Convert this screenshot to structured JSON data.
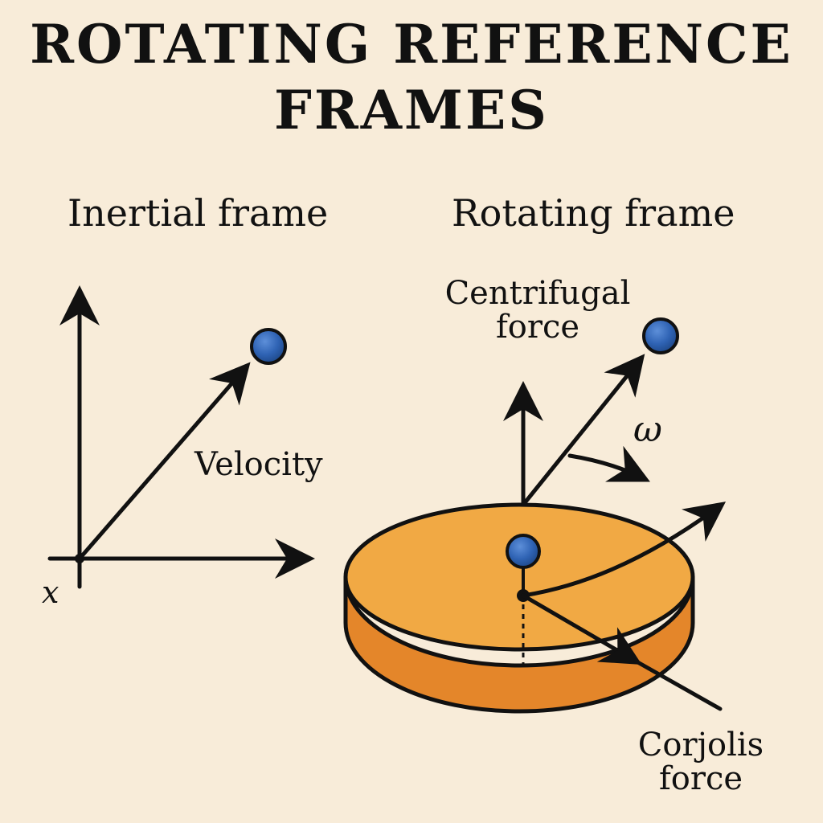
{
  "title": {
    "line1": "ROTATING REFERENCE",
    "line2": "FRAMES"
  },
  "inertial": {
    "heading": "Inertial frame",
    "velocity_label": "Velocity",
    "axis_label": "x"
  },
  "rotating": {
    "heading": "Rotating frame",
    "centrifugal_line1": "Centrifugal",
    "centrifugal_line2": "force",
    "omega_label": "ω",
    "coriolis_line1": "Corjolis",
    "coriolis_line2": "force"
  },
  "colors": {
    "background": "#f8ecd9",
    "disk_top": "#f1a944",
    "disk_side": "#e4862a",
    "ball": "#2f63b4",
    "ink": "#111111"
  }
}
